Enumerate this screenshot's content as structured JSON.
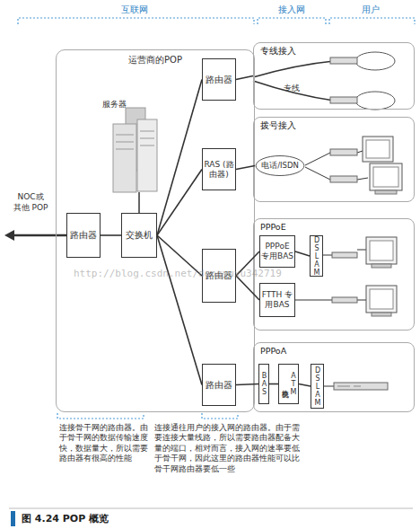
{
  "diagram": {
    "caption": "图 4.24 POP 概览",
    "nodes": [
      {
        "text": [
          "运营商的POP"
        ]
      },
      {
        "text": [
          "路由器"
        ],
        "in": 0
      },
      {
        "text": [
          "RAS (路由器)"
        ],
        "in": 0
      },
      {
        "text": [
          "路由器"
        ],
        "in": 0
      },
      {
        "text": [
          "交换机"
        ],
        "in": 0
      },
      {
        "text": [
          "路由器"
        ],
        "in": 0
      },
      {
        "text": [
          "路由器"
        ],
        "in": 0
      },
      {
        "text": [
          "专线接入"
        ]
      },
      {
        "text": [
          "拨号接入"
        ]
      },
      {
        "text": [
          "电话/ISDN"
        ],
        "in": 8
      },
      {
        "text": [
          "PPPoE"
        ]
      },
      {
        "text": [
          "PPPoE 专用BAS"
        ],
        "in": 10
      },
      {
        "text": [
          "DSLAM"
        ],
        "in": 10
      },
      {
        "text": [
          "FTTH 专用BAS"
        ],
        "in": 10
      },
      {
        "text": [
          "PPPoA"
        ]
      },
      {
        "text": [
          "BAS"
        ],
        "in": 14
      },
      {
        "text": [
          "交换机 ATM"
        ],
        "in": 14
      },
      {
        "text": [
          "DSLAM"
        ],
        "in": 14
      }
    ],
    "edges": [
      {
        "from": 3,
        "to": 4,
        "arrow": "none"
      },
      {
        "from": 4,
        "to": 1,
        "arrow": "none"
      },
      {
        "from": 4,
        "to": 2,
        "arrow": "none"
      },
      {
        "from": 4,
        "to": 5,
        "arrow": "none"
      },
      {
        "from": 4,
        "to": 6,
        "arrow": "none"
      },
      {
        "from": 1,
        "to": 7,
        "arrow": "none"
      },
      {
        "from": 2,
        "to": 9,
        "arrow": "none"
      },
      {
        "from": 5,
        "to": 11,
        "arrow": "none"
      },
      {
        "from": 5,
        "to": 13,
        "arrow": "none"
      },
      {
        "from": 11,
        "to": 12,
        "arrow": "none"
      },
      {
        "from": 6,
        "to": 15,
        "arrow": "none"
      },
      {
        "from": 15,
        "to": 16,
        "arrow": "none"
      },
      {
        "from": 16,
        "to": 17,
        "arrow": "none"
      }
    ],
    "labels": [
      "互联网",
      "接入网",
      "用户",
      "服务器",
      "NOC或 其他 POP",
      "专线",
      "http://blog.csdn.net/dongyuxu342719",
      "连接骨干网的路由器。由于骨干网的数据传输速度快，数据量大，所以需要路由器有很高的性能",
      "连接通往用户的接入网的路由器。由于需要连接大量线路，所以需要路由器配备大量的端口，相对而言，接入网的速率要低于骨干网，因此这里的路由器性能可以比骨干网路由器要低一些"
    ]
  }
}
